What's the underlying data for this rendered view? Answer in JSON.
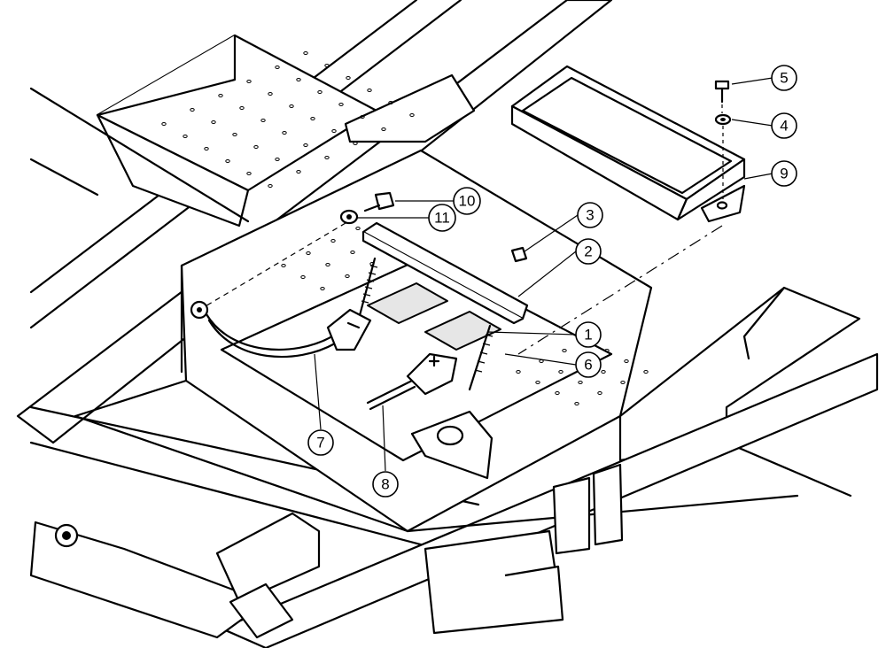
{
  "callouts": [
    {
      "id": "1",
      "label": "1",
      "part": "battery-hold-down-rod-right"
    },
    {
      "id": "2",
      "label": "2",
      "part": "battery-clamp-bar"
    },
    {
      "id": "3",
      "label": "3",
      "part": "nut"
    },
    {
      "id": "4",
      "label": "4",
      "part": "washer"
    },
    {
      "id": "5",
      "label": "5",
      "part": "bolt"
    },
    {
      "id": "6",
      "label": "6",
      "part": "battery-hold-down-rod-left"
    },
    {
      "id": "7",
      "label": "7",
      "part": "negative-battery-cable"
    },
    {
      "id": "8",
      "label": "8",
      "part": "positive-battery-cable"
    },
    {
      "id": "9",
      "label": "9",
      "part": "battery-cover"
    },
    {
      "id": "10",
      "label": "10",
      "part": "cable-bolt"
    },
    {
      "id": "11",
      "label": "11",
      "part": "cable-washer"
    }
  ],
  "colors": {
    "line": "#000000",
    "background": "#ffffff"
  }
}
